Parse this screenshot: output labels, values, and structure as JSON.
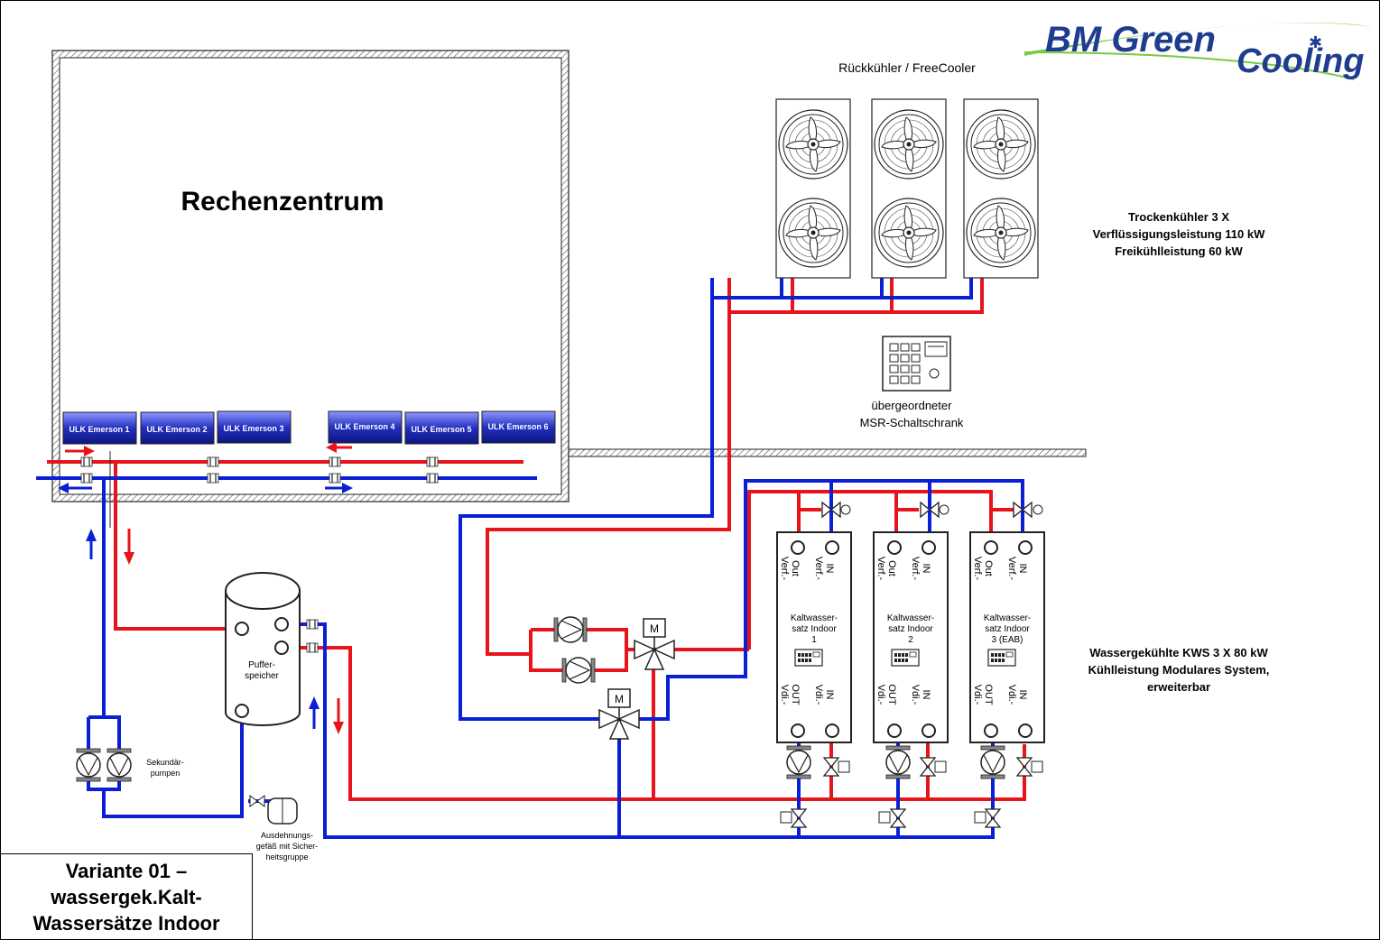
{
  "logo": {
    "line1": "BM Green",
    "line2": "Cooling"
  },
  "room": {
    "title": "Rechenzentrum"
  },
  "ulk_units": [
    "ULK Emerson 1",
    "ULK Emerson 2",
    "ULK Emerson 3",
    "ULK Emerson 4",
    "ULK Emerson 5",
    "ULK Emerson 6"
  ],
  "freecooler": {
    "title": "Rückkühler / FreeCooler",
    "desc_line1": "Trockenkühler 3 X",
    "desc_line2": "Verflüssigungsleistung 110 kW",
    "desc_line3": "Freikühlleistung 60 kW"
  },
  "control_cabinet": {
    "line1": "übergeordneter",
    "line2": "MSR-Schaltschrank"
  },
  "buffer": {
    "line1": "Puffer-",
    "line2": "speicher"
  },
  "secondary_pumps": {
    "line1": "Sekundär-",
    "line2": "pumpen"
  },
  "expansion": {
    "line1": "Ausdehnungs-",
    "line2": "gefäß mit Sicher-",
    "line3": "heitsgruppe"
  },
  "motor_label": "M",
  "chiller_units": [
    {
      "line1": "Kaltwasser-",
      "line2": "satz Indoor",
      "line3": "1"
    },
    {
      "line1": "Kaltwasser-",
      "line2": "satz Indoor",
      "line3": "2"
    },
    {
      "line1": "Kaltwasser-",
      "line2": "satz Indoor",
      "line3": "3 (EAB)"
    }
  ],
  "port_labels": {
    "verf_out_1": "Verf.-",
    "verf_out_2": "Out",
    "verf_in_1": "Verf.-",
    "verf_in_2": "IN",
    "vdi_out_1": "Vdi.-",
    "vdi_out_2": "OUT",
    "vdi_in_1": "Vdi.-",
    "vdi_in_2": "IN"
  },
  "kws_desc": {
    "line1": "Wassergekühlte KWS 3 X 80 kW",
    "line2": "Kühlleistung Modulares System,",
    "line3": "erweiterbar"
  },
  "variant": {
    "text": "Variante 01 –\nwassergek.Kalt-\nWassersätze Indoor"
  },
  "colors": {
    "supply": "#e8141b",
    "return": "#0a1fd6",
    "ulk_fill": "#2b35c8",
    "logo_blue": "#1f3d8f",
    "logo_green": "#2a8f2a"
  }
}
